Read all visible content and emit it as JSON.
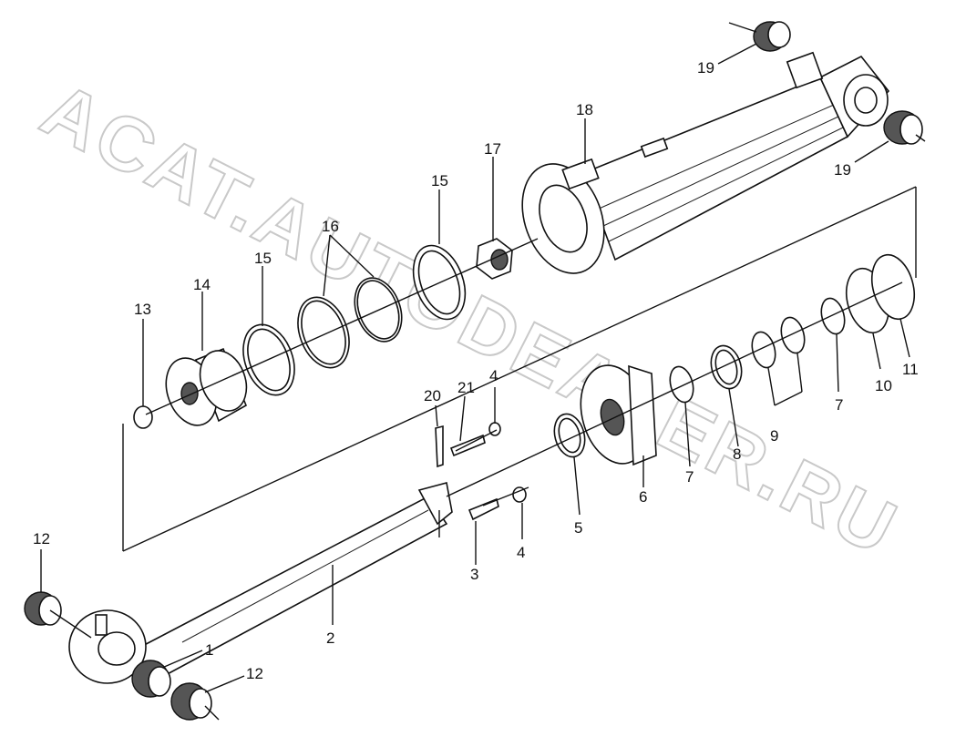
{
  "watermark": "ACAT.AUTODEALER.RU",
  "callouts": {
    "c1": "1",
    "c2": "2",
    "c3": "3",
    "c4a": "4",
    "c4b": "4",
    "c5": "5",
    "c6": "6",
    "c7a": "7",
    "c7b": "7",
    "c8": "8",
    "c9": "9",
    "c10": "10",
    "c11": "11",
    "c12a": "12",
    "c12b": "12",
    "c13": "13",
    "c14": "14",
    "c15a": "15",
    "c15b": "15",
    "c16": "16",
    "c17": "17",
    "c18": "18",
    "c19a": "19",
    "c19b": "19",
    "c20": "20",
    "c21": "21"
  }
}
